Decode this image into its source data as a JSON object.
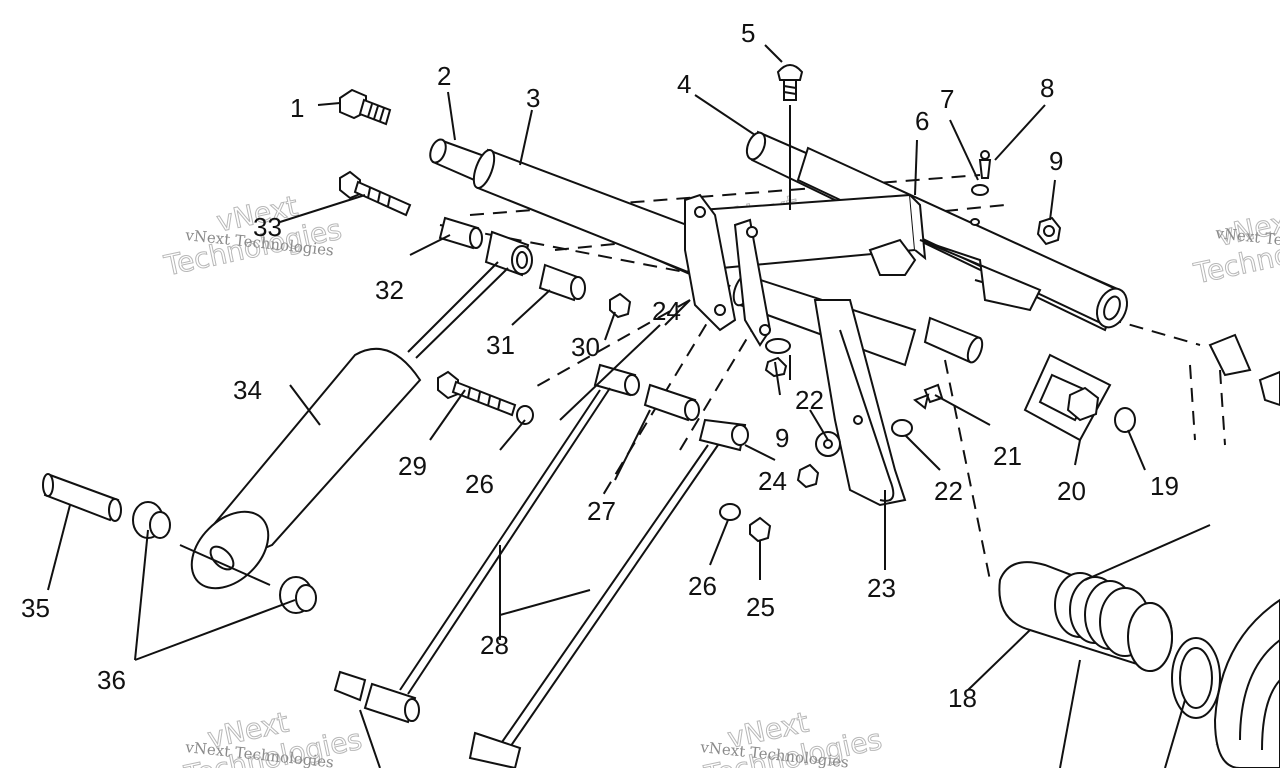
{
  "diagram": {
    "callouts": [
      {
        "id": "1",
        "text": "1"
      },
      {
        "id": "2",
        "text": "2"
      },
      {
        "id": "3",
        "text": "3"
      },
      {
        "id": "4",
        "text": "4"
      },
      {
        "id": "5",
        "text": "5"
      },
      {
        "id": "6",
        "text": "6"
      },
      {
        "id": "7",
        "text": "7"
      },
      {
        "id": "8",
        "text": "8"
      },
      {
        "id": "9a",
        "text": "9"
      },
      {
        "id": "9b",
        "text": "9"
      },
      {
        "id": "18",
        "text": "18"
      },
      {
        "id": "19",
        "text": "19"
      },
      {
        "id": "20",
        "text": "20"
      },
      {
        "id": "21",
        "text": "21"
      },
      {
        "id": "22a",
        "text": "22"
      },
      {
        "id": "22b",
        "text": "22"
      },
      {
        "id": "23",
        "text": "23"
      },
      {
        "id": "24a",
        "text": "24"
      },
      {
        "id": "24b",
        "text": "24"
      },
      {
        "id": "25",
        "text": "25"
      },
      {
        "id": "26a",
        "text": "26"
      },
      {
        "id": "26b",
        "text": "26"
      },
      {
        "id": "27",
        "text": "27"
      },
      {
        "id": "28",
        "text": "28"
      },
      {
        "id": "29",
        "text": "29"
      },
      {
        "id": "30",
        "text": "30"
      },
      {
        "id": "31",
        "text": "31"
      },
      {
        "id": "32",
        "text": "32"
      },
      {
        "id": "33",
        "text": "33"
      },
      {
        "id": "34",
        "text": "34"
      },
      {
        "id": "35",
        "text": "35"
      },
      {
        "id": "36",
        "text": "36"
      }
    ],
    "watermark": {
      "small": "vNext Technologies",
      "big_line1": "vNext",
      "big_line2": "Technologies"
    }
  }
}
